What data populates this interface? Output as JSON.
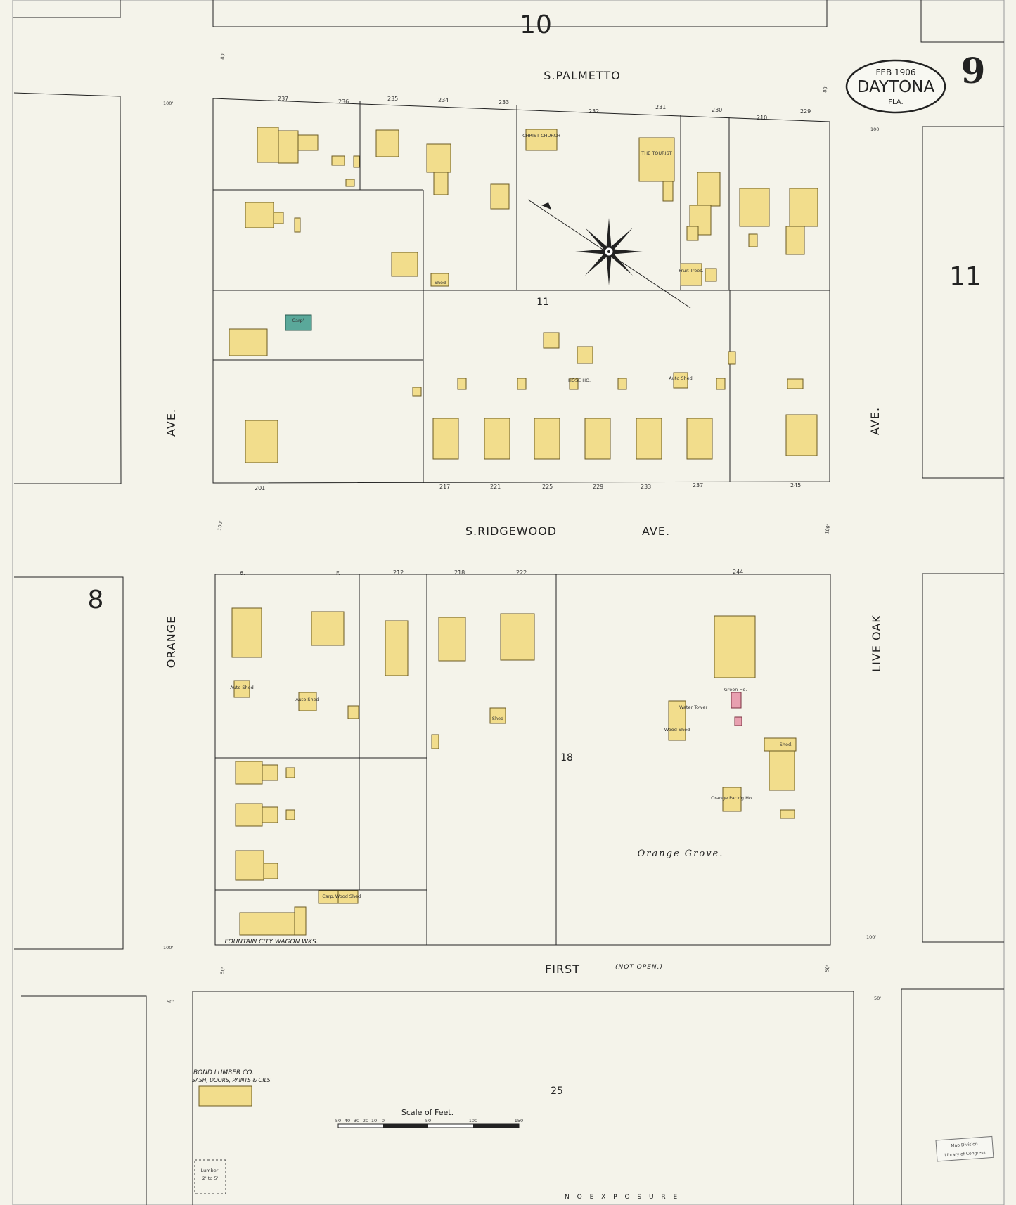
{
  "header": {
    "sheet_number": "10",
    "page_number": "9",
    "title_date": "FEB 1906",
    "title_city": "DAYTONA",
    "title_state": "FLA."
  },
  "streets": {
    "palmetto": "S.PALMETTO",
    "ridgewood": "S.RIDGEWOOD",
    "ridgewood_ave": "AVE.",
    "orange_ave": "AVE.",
    "orange": "ORANGE",
    "live_oak_ave": "AVE.",
    "live_oak": "LIVE OAK",
    "first": "FIRST",
    "first_note": "(NOT OPEN.)"
  },
  "adjacent_sheets": {
    "east": "11",
    "west": "8"
  },
  "blocks": {
    "north": "11",
    "south": "18",
    "bottom": "25"
  },
  "widths": {
    "w80a": "80'",
    "w80b": "80'",
    "w100a": "100'",
    "w100b": "100'",
    "w100c": "100'",
    "w100d": "100'",
    "w100e": "100'",
    "w100f": "100'",
    "w50a": "50'",
    "w50b": "50'",
    "w50c": "50'",
    "w50d": "50'"
  },
  "labels": {
    "christ_church": "CHRIST CHURCH",
    "tourist": "THE TOURIST",
    "shed": "Shed",
    "shed2": "Shed",
    "shed3": "Shed.",
    "carp": "Carp'",
    "auto_shed": "Auto Shed",
    "auto_shed2": "Auto Shed",
    "auto_shed3": "Auto Shed",
    "hose_house": "HOSE HO.",
    "fruit_trees": "Fruit Trees.",
    "orange_grove": "Orange Grove.",
    "fountain": "FOUNTAIN CITY WAGON WKS.",
    "bond_lumber": "BOND LUMBER CO.",
    "bond_sub": "SASH, DOORS, PAINTS & OILS.",
    "lumber": "Lumber",
    "lumber_sub": "2' to 5'",
    "water_tower": "Water Tower",
    "wood_shed": "Wood Shed",
    "green_ho": "Green Ho.",
    "orange_pack": "Orange Pack'g Ho.",
    "carp2": "Carp.",
    "wood_shed2": "Wood Shed",
    "no_exposure": "N O   E X P O S U R E .",
    "scale": "Scale of Feet.",
    "scale_ticks": [
      "50",
      "40",
      "30",
      "20",
      "10",
      "0",
      "50",
      "100",
      "150"
    ],
    "stamp_line1": "Map Division",
    "stamp_line2": "Library of Congress"
  },
  "house_numbers": {
    "palmetto": [
      "237",
      "236",
      "235",
      "234",
      "233",
      "232",
      "231",
      "230",
      "210",
      "229"
    ],
    "ridgewood_north": [
      "201",
      "217",
      "221",
      "225",
      "229",
      "233",
      "237",
      "245"
    ],
    "ridgewood_south": [
      "6.",
      "F.",
      "212",
      "218",
      "222",
      "244"
    ]
  }
}
